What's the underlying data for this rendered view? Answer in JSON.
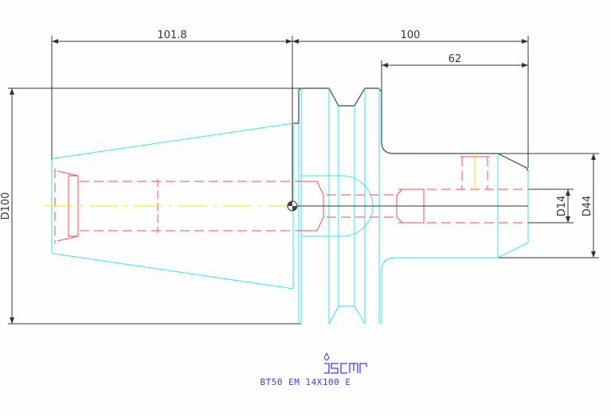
{
  "drawing": {
    "dimensions": {
      "length_left": "101.8",
      "length_right": "100",
      "gauge_length": "62",
      "flange_diameter": "D100",
      "shank_diameter": "D44",
      "bore_diameter": "D14"
    },
    "brand": "iscar",
    "part_number": "BT50 EM 14X100 E",
    "colors": {
      "outline": "#2fe6f0",
      "hidden": "#ff4040",
      "center": "#e8e800",
      "dimension": "#333333",
      "brand": "#3a3aff"
    }
  }
}
